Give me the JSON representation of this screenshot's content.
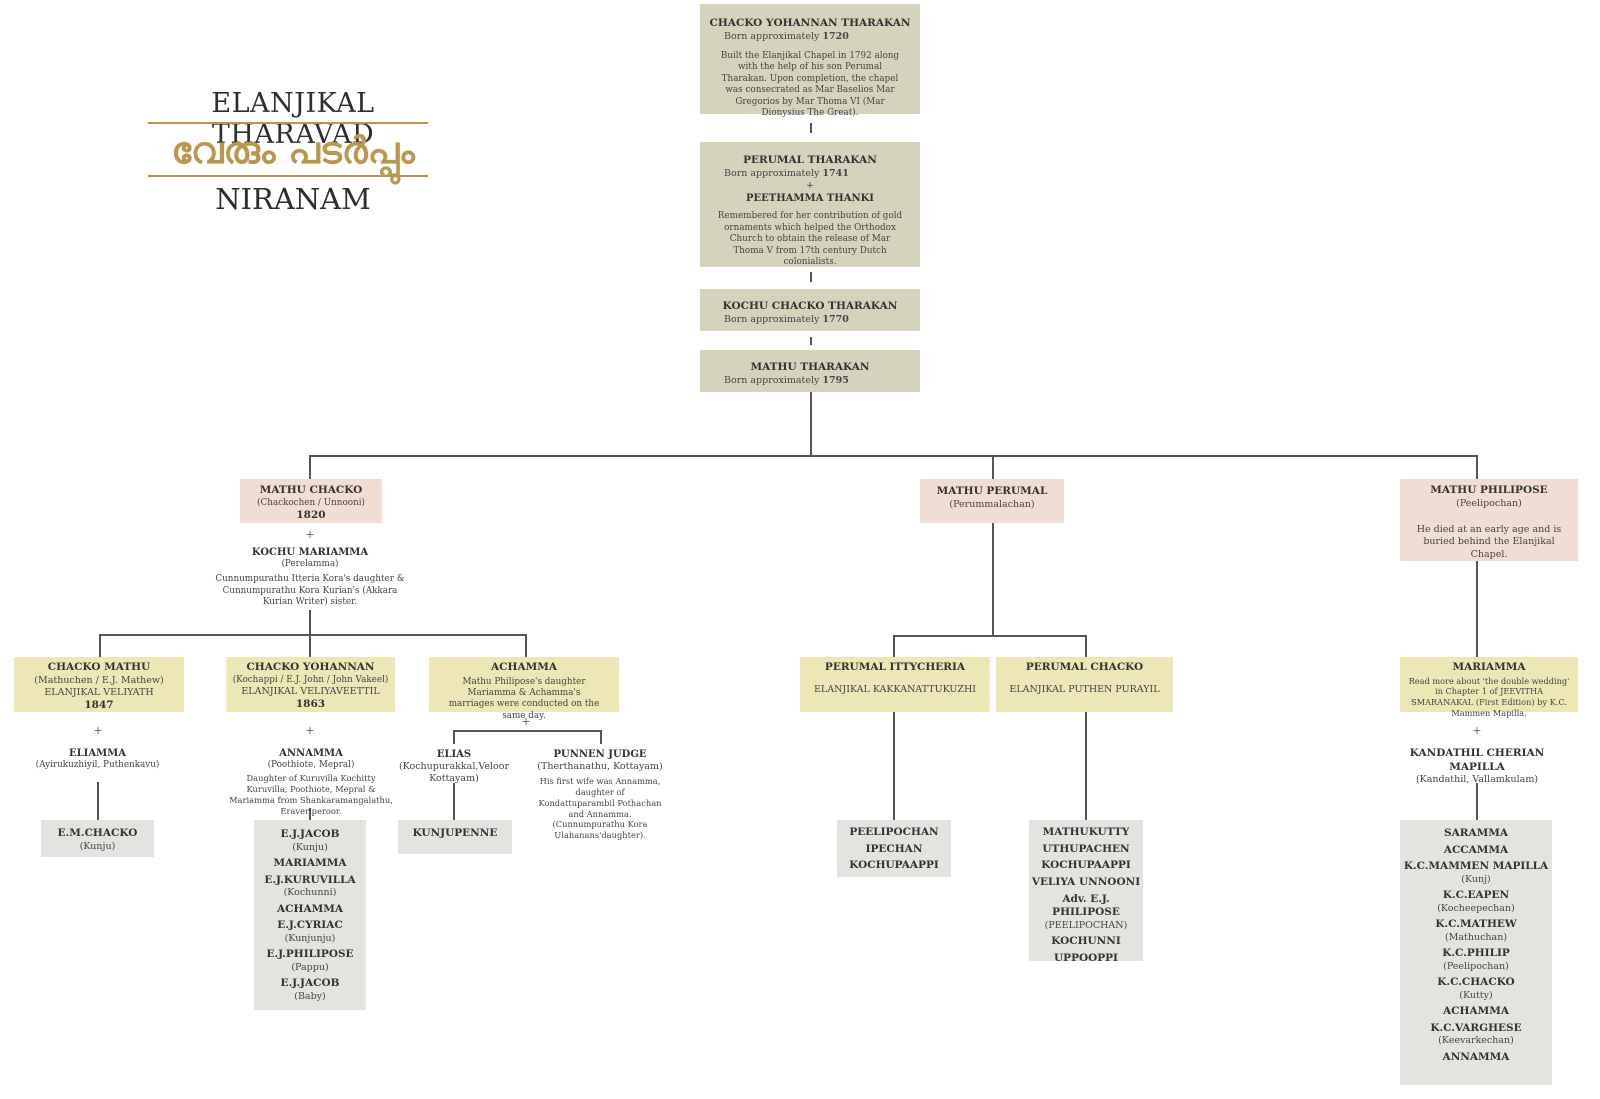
{
  "title": {
    "top": "ELANJIKAL THARAVAD",
    "malayalam": "വേരും പടർപ്പും",
    "bottom": "NIRANAM",
    "accent_color": "#b8974e"
  },
  "lineage": {
    "g1": {
      "name": "CHACKO YOHANNAN THARAKAN",
      "born_prefix": "Born approximately",
      "born_year": "1720",
      "note": "Built the Elanjikal Chapel in 1792 along with the help of his son Perumal Tharakan. Upon completion, the chapel was consecrated as Mar Baselios Mar Gregorios by Mar Thoma VI (Mar Dionysius The Great)."
    },
    "g2": {
      "name": "PERUMAL THARAKAN",
      "born_prefix": "Born approximately",
      "born_year": "1741",
      "plus": "+",
      "spouse": "PEETHAMMA THANKI",
      "note": "Remembered for her contribution of gold ornaments which helped the Orthodox Church to obtain the release of Mar Thoma V from 17th century Dutch colonialists."
    },
    "g3": {
      "name": "KOCHU CHACKO THARAKAN",
      "born_prefix": "Born approximately",
      "born_year": "1770"
    },
    "g4": {
      "name": "MATHU THARAKAN",
      "born_prefix": "Born approximately",
      "born_year": "1795"
    }
  },
  "branches": {
    "chacko": {
      "name": "MATHU CHACKO",
      "alias": "(Chackochen / Unnooni)",
      "year": "1820",
      "plus": "+",
      "spouse": "KOCHU MARIAMMA",
      "spouse_alias": "(Perelamma)",
      "spouse_note": "Cunnumpurathu Itteria Kora's daughter & Cunnumpurathu Kora Kurian's (Akkara Kurian Writer) sister.",
      "children": {
        "c1": {
          "name": "CHACKO MATHU",
          "alias": "(Mathuchen / E.J. Mathew)",
          "house": "ELANJIKAL VELIYATH",
          "year": "1847",
          "plus": "+",
          "spouse": "ELIAMMA",
          "spouse_alias": "(Ayirukuzhiyil, Puthenkavu)",
          "kids": [
            {
              "name": "E.M.CHACKO",
              "alias": "(Kunju)"
            }
          ]
        },
        "c2": {
          "name": "CHACKO YOHANNAN",
          "alias": "(Kochappi / E.J. John / John Vakeel)",
          "house": "ELANJIKAL VELIYAVEETTIL",
          "year": "1863",
          "plus": "+",
          "spouse": "ANNAMMA",
          "spouse_alias": "(Poothiote, Mepral)",
          "spouse_note": "Daughter of Kuruvilla Kochitty Kuruvilla, Poothiote, Mepral & Mariamma from Shankaramangalathu, Eraveriperoor.",
          "kids": [
            {
              "name": "E.J.JACOB",
              "alias": "(Kunju)"
            },
            {
              "name": "MARIAMMA",
              "alias": ""
            },
            {
              "name": "E.J.KURUVILLA",
              "alias": "(Kochunni)"
            },
            {
              "name": "ACHAMMA",
              "alias": ""
            },
            {
              "name": "E.J.CYRIAC",
              "alias": "(Kunjunju)"
            },
            {
              "name": "E.J.PHILIPOSE",
              "alias": "(Pappu)"
            },
            {
              "name": "E.J.JACOB",
              "alias": "(Baby)"
            }
          ]
        },
        "c3": {
          "name": "ACHAMMA",
          "note": "Mathu Philipose's daughter Mariamma & Achamma's marriages were conducted on the same day.",
          "plus": "+",
          "spouse1": "ELIAS",
          "spouse1_alias": "(Kochupurakkal,Veloor Kottayam)",
          "spouse2": "PUNNEN JUDGE",
          "spouse2_alias": "(Therthanathu, Kottayam)",
          "spouse2_note": "His first wife was Annamma, daughter of Kondattuparambil Pothachan and Annamma. (Cunnumpurathu Kora Ulahanans'daughter).",
          "kids": [
            {
              "name": "KUNJUPENNE",
              "alias": ""
            }
          ]
        }
      }
    },
    "perumal": {
      "name": "MATHU PERUMAL",
      "alias": "(Perummalachan)",
      "children": {
        "c1": {
          "name": "PERUMAL ITTYCHERIA",
          "house": "ELANJIKAL KAKKANATTUKUZHI",
          "kids": [
            {
              "name": "PEELIPOCHAN",
              "alias": ""
            },
            {
              "name": "IPECHAN",
              "alias": ""
            },
            {
              "name": "KOCHUPAAPPI",
              "alias": ""
            }
          ]
        },
        "c2": {
          "name": "PERUMAL CHACKO",
          "house": "ELANJIKAL PUTHEN PURAYIL",
          "kids": [
            {
              "name": "MATHUKUTTY",
              "alias": ""
            },
            {
              "name": "UTHUPACHEN",
              "alias": ""
            },
            {
              "name": "KOCHUPAAPPI",
              "alias": ""
            },
            {
              "name": "VELIYA UNNOONI",
              "alias": ""
            },
            {
              "name": "Adv. E.J. PHILIPOSE",
              "alias": "(PEELIPOCHAN)"
            },
            {
              "name": "KOCHUNNI",
              "alias": ""
            },
            {
              "name": "UPPOOPPI",
              "alias": ""
            }
          ]
        }
      }
    },
    "philipose": {
      "name": "MATHU PHILIPOSE",
      "alias": "(Peelipochan)",
      "note": "He died at an early age and is buried behind the Elanjikal Chapel.",
      "child": {
        "name": "MARIAMMA",
        "note": "Read more about 'the double wedding' in Chapter 1 of JEEVITHA SMARANAKAL (First Edition) by K.C. Mammen Mapilla.",
        "plus": "+",
        "spouse": "KANDATHIL CHERIAN MAPILLA",
        "spouse_alias": "(Kandathil, Vallamkulam)",
        "kids": [
          {
            "name": "SARAMMA",
            "alias": ""
          },
          {
            "name": "ACCAMMA",
            "alias": ""
          },
          {
            "name": "K.C.MAMMEN MAPILLA",
            "alias": "(Kunj)"
          },
          {
            "name": "K.C.EAPEN",
            "alias": "(Kocheepechan)"
          },
          {
            "name": "K.C.MATHEW",
            "alias": "(Mathuchan)"
          },
          {
            "name": "K.C.PHILIP",
            "alias": "(Peelipochan)"
          },
          {
            "name": "K.C.CHACKO",
            "alias": "(Kutty)"
          },
          {
            "name": "ACHAMMA",
            "alias": ""
          },
          {
            "name": "K.C.VARGHESE",
            "alias": "(Keevarkechan)"
          },
          {
            "name": "ANNAMMA",
            "alias": ""
          }
        ]
      }
    }
  }
}
